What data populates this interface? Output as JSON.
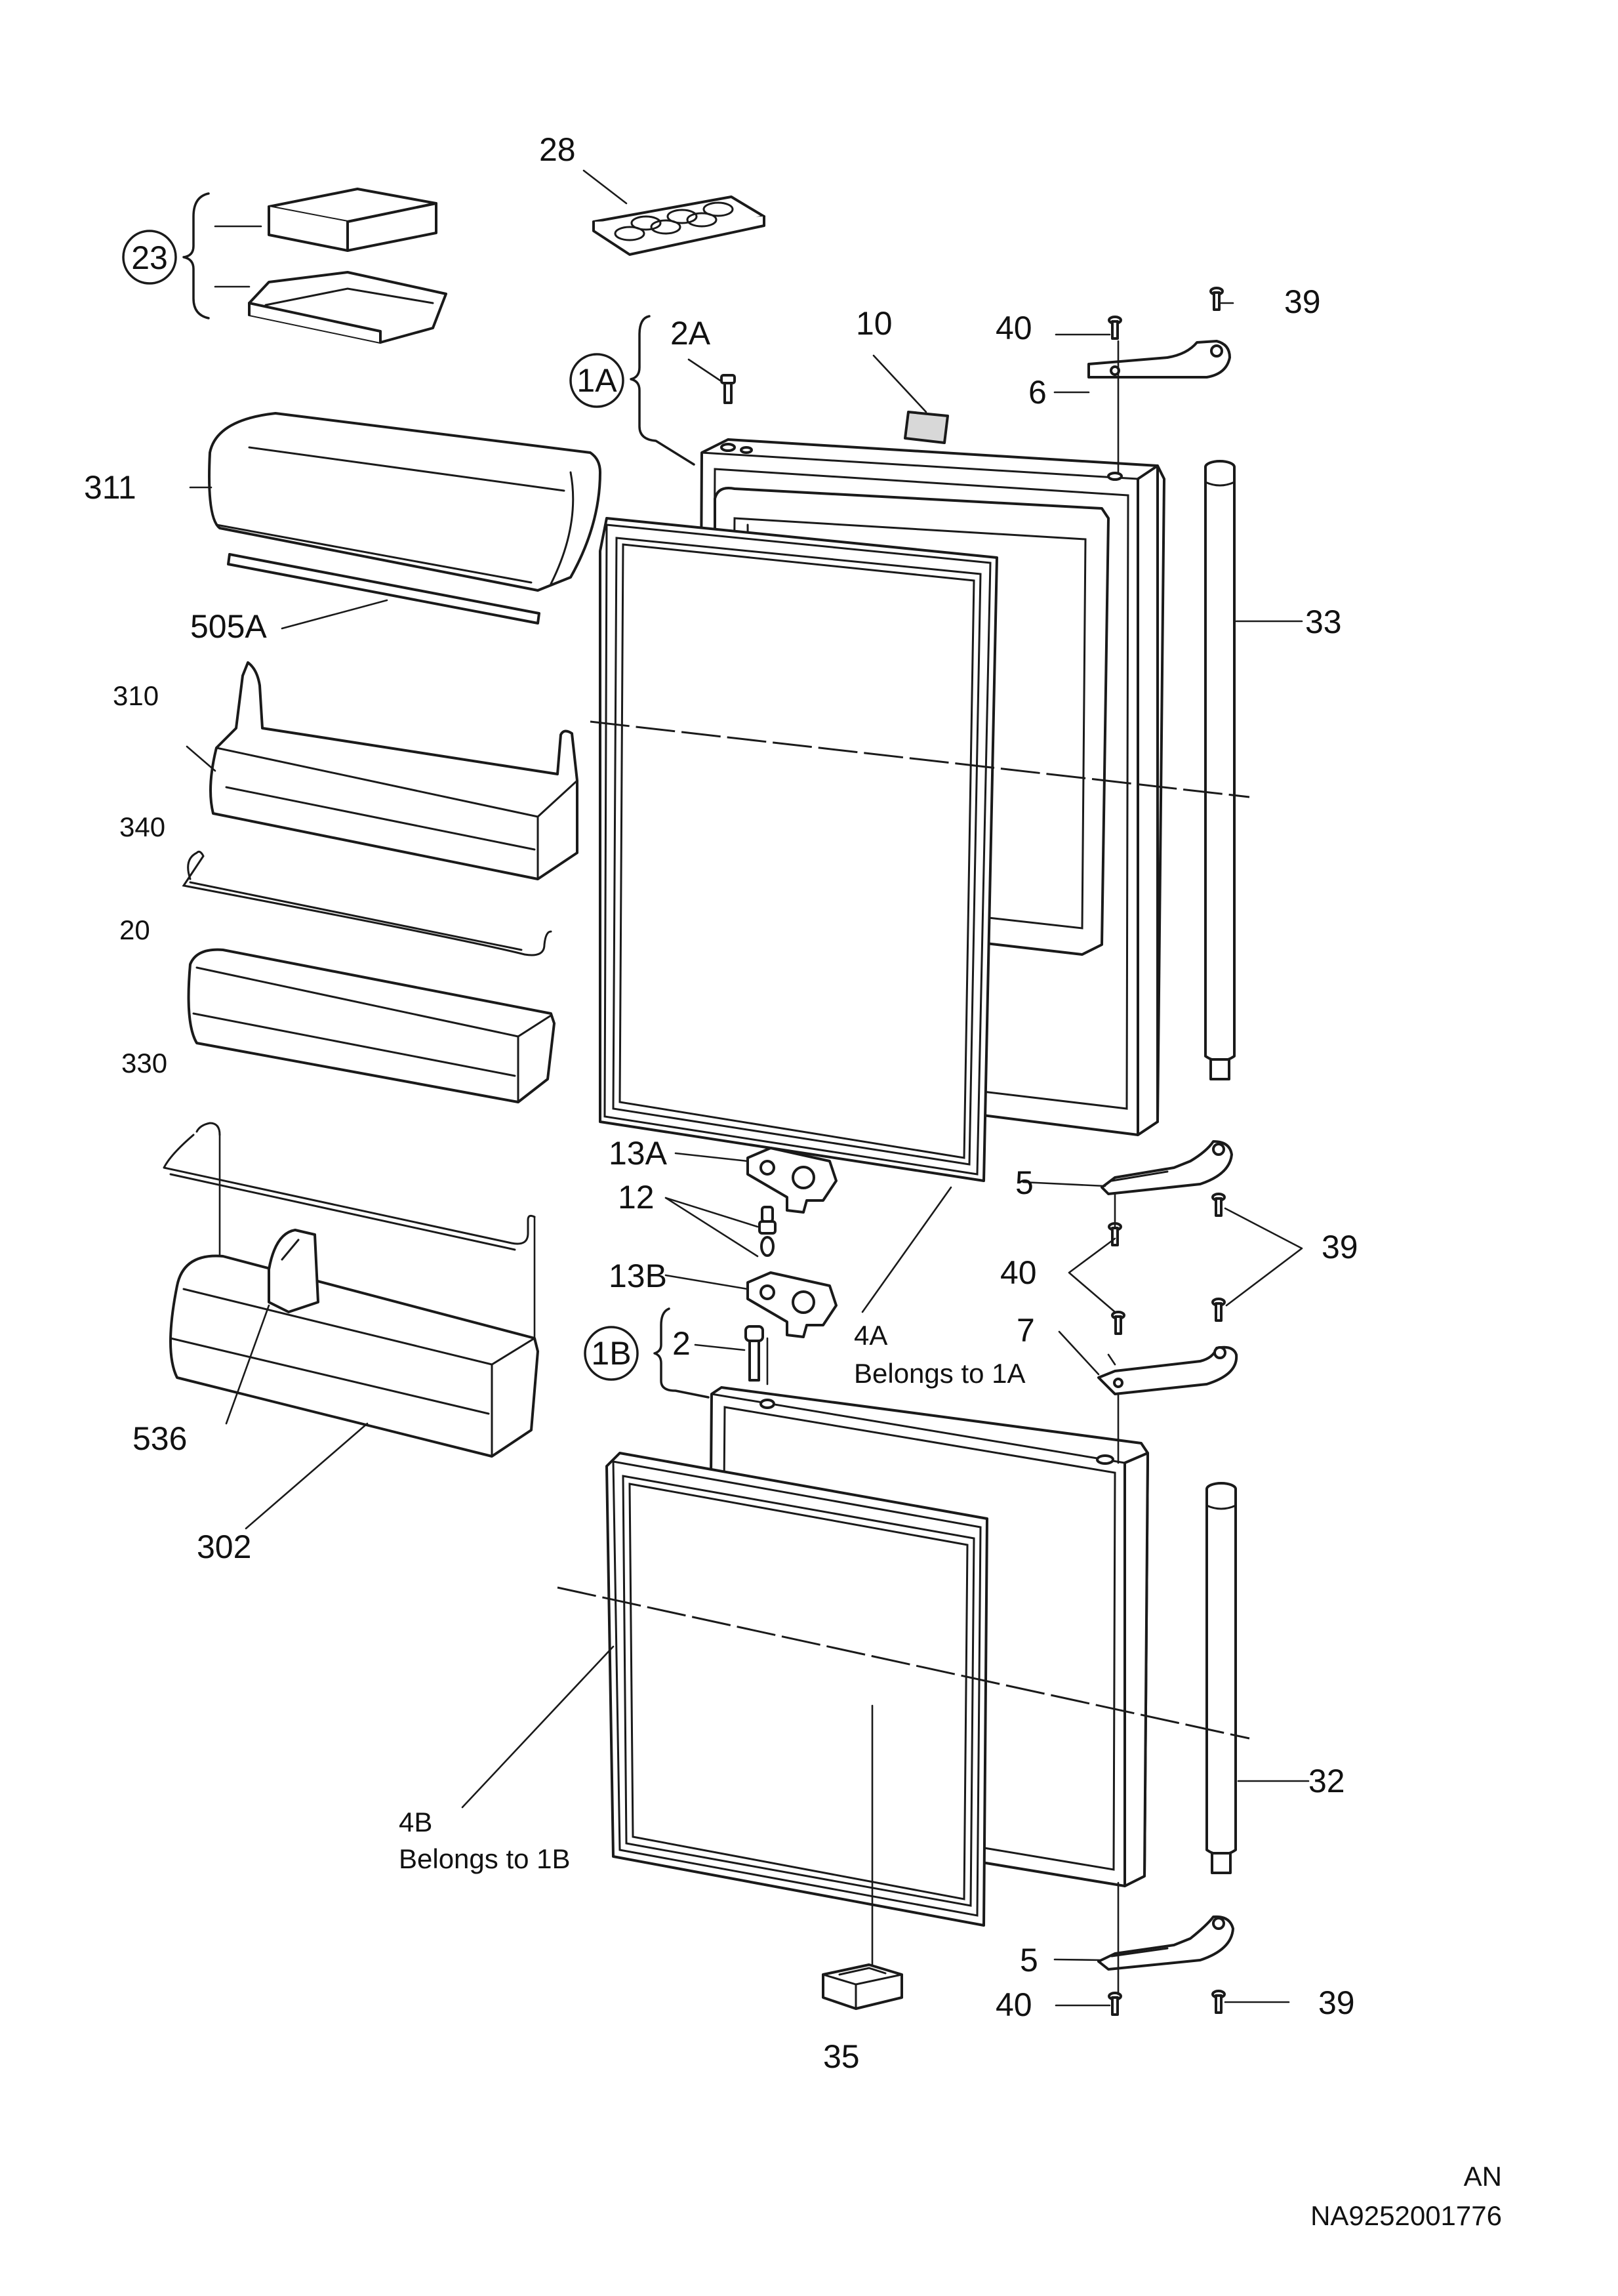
{
  "labels": {
    "p28": "28",
    "p23": "23",
    "p10": "10",
    "p2A": "2A",
    "p1A": "1A",
    "p40a": "40",
    "p39a": "39",
    "p6": "6",
    "p311": "311",
    "p505A": "505A",
    "p33": "33",
    "p310": "310",
    "p340": "340",
    "p20": "20",
    "p330": "330",
    "p13A": "13A",
    "p5a": "5",
    "p12": "12",
    "p40b": "40",
    "p39b": "39",
    "p13B": "13B",
    "p2": "2",
    "p1B": "1B",
    "p4A": "4A",
    "p4A_note": "Belongs to 1A",
    "p7": "7",
    "p536": "536",
    "p302": "302",
    "p4B": "4B",
    "p4B_note": "Belongs to 1B",
    "p32": "32",
    "p5b": "5",
    "p40c": "40",
    "p39c": "39",
    "p35": "35"
  },
  "footer": {
    "code": "AN",
    "doc_number": "NA9252001776"
  }
}
